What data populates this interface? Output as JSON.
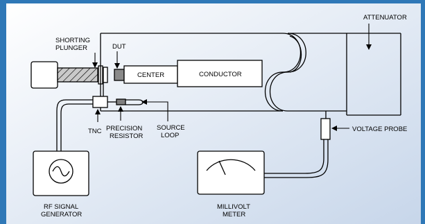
{
  "colors": {
    "frame": "#2f78b7",
    "background_light": "#ffffff",
    "background_dark": "#c7d6ea",
    "stroke": "#000000",
    "hatch_fill": "#b8b8b8"
  },
  "labels": {
    "attenuator": "ATTENUATOR",
    "shorting_plunger_line1": "SHORTING",
    "shorting_plunger_line2": "PLUNGER",
    "dut": "DUT",
    "center": "CENTER",
    "conductor": "CONDUCTOR",
    "tnc": "TNC",
    "precision_resistor_line1": "PRECISION",
    "precision_resistor_line2": "RESISTOR",
    "source_loop_line1": "SOURCE",
    "source_loop_line2": "LOOP",
    "voltage_probe": "VOLTAGE PROBE",
    "rf_generator_line1": "RF SIGNAL",
    "rf_generator_line2": "GENERATOR",
    "millivolt_meter_line1": "MILLIVOLT",
    "millivolt_meter_line2": "METER"
  },
  "icons": {
    "sine_wave": "sine-wave-icon",
    "meter_needle": "meter-needle-icon"
  }
}
